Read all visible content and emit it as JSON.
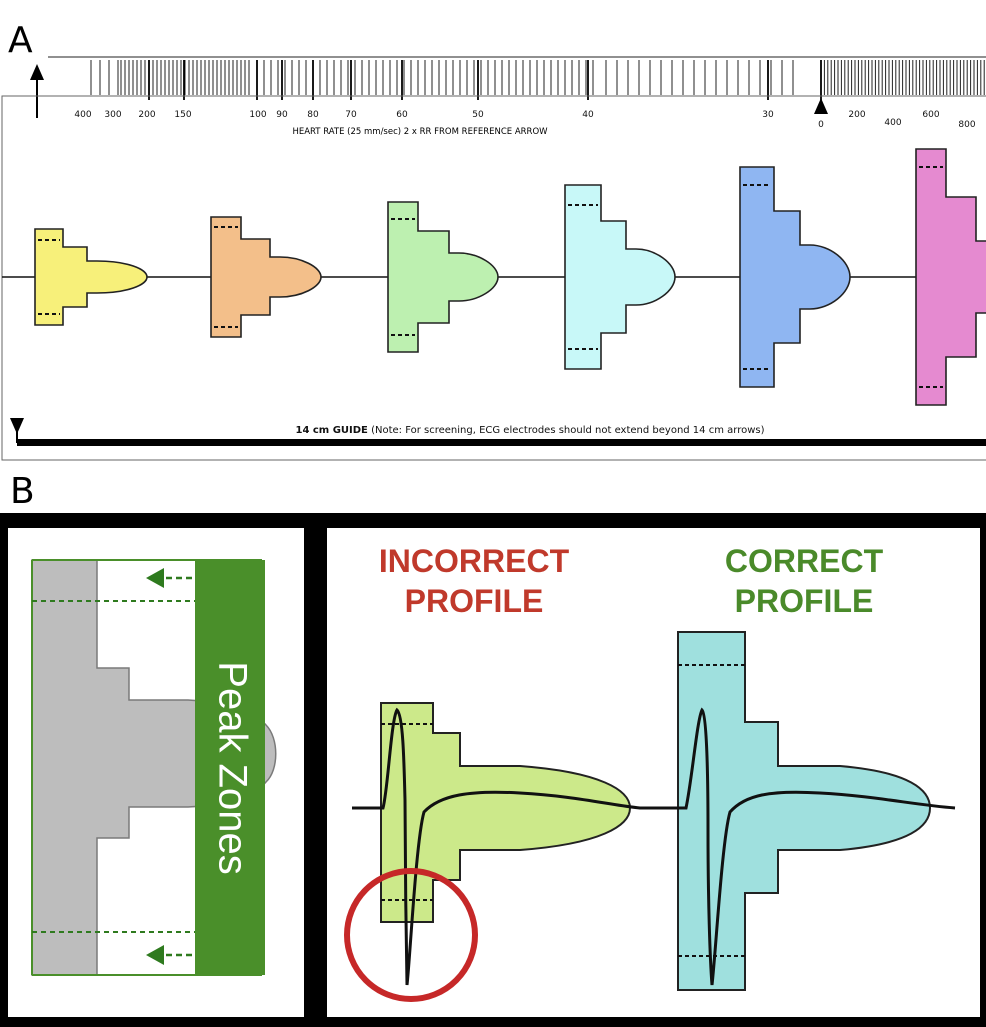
{
  "panel_a": {
    "label": "A",
    "ruler": {
      "heart_rate_labels": [
        "400",
        "300",
        "200",
        "150",
        "100",
        "90",
        "80",
        "70",
        "60",
        "50",
        "40",
        "30"
      ],
      "zero_label": "0",
      "ms_labels": [
        "200",
        "400",
        "600",
        "800"
      ],
      "caption": "HEART RATE (25 mm/sec) 2 x RR FROM REFERENCE ARROW"
    },
    "guide": {
      "title": "14 cm GUIDE",
      "note": "(Note:  For screening, ECG electrodes should not extend beyond 14 cm arrows)"
    },
    "profiles": [
      {
        "color": "#f7f07a"
      },
      {
        "color": "#f3bf8a"
      },
      {
        "color": "#bdf0b0"
      },
      {
        "color": "#c8f8f8"
      },
      {
        "color": "#8fb6f2"
      },
      {
        "color": "#e58ad0"
      }
    ]
  },
  "panel_b": {
    "label": "B",
    "peak_zones_label": "Peak Zones",
    "incorrect": {
      "line1": "INCORRECT",
      "line2": "PROFILE",
      "color": "#c0392b"
    },
    "correct": {
      "line1": "CORRECT",
      "line2": "PROFILE",
      "color": "#4a8a2a"
    }
  }
}
